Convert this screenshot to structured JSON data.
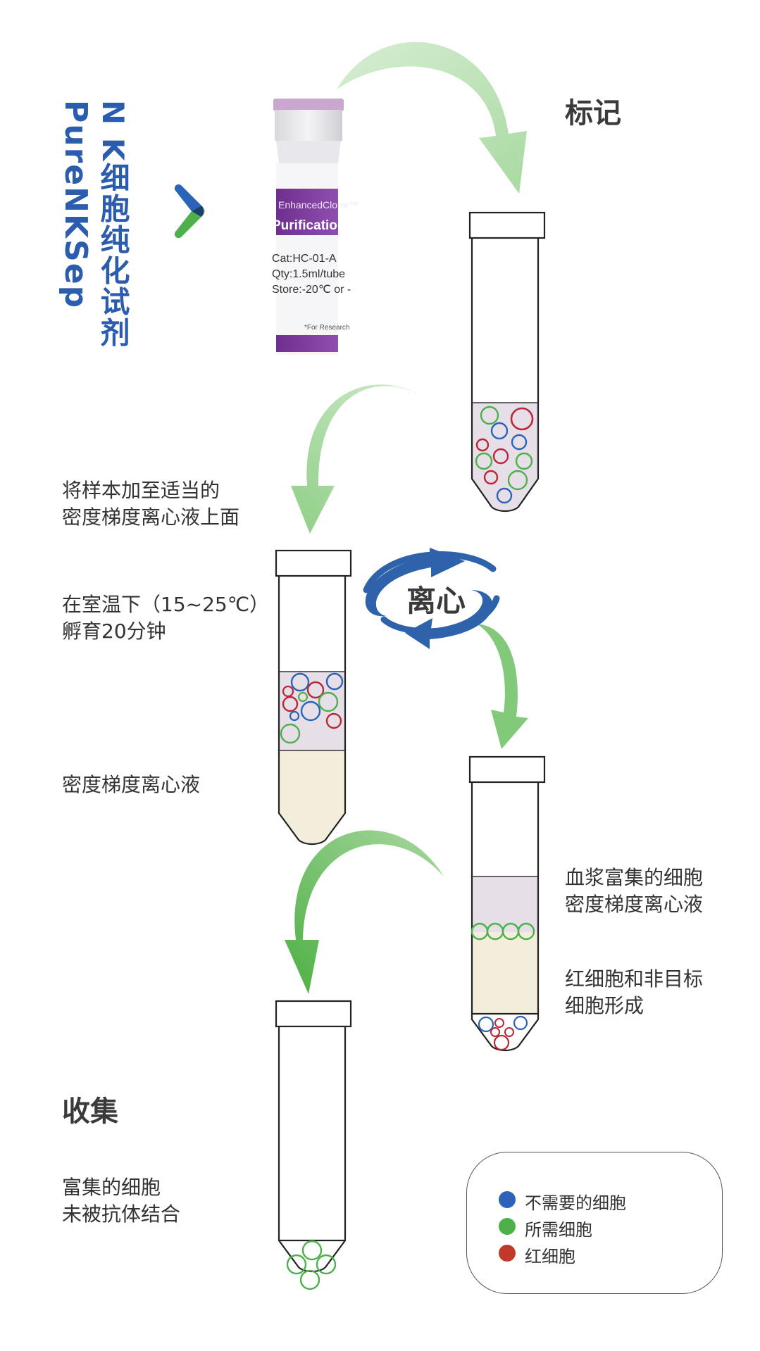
{
  "title": {
    "line1": "N K细胞纯化试剂",
    "line2": "PureNKSep"
  },
  "vial": {
    "brand": "EnhancedClone™",
    "product": "Purification",
    "cat": "Cat:HC-01-A",
    "qty": "Qty:1.5ml/tube",
    "store": "Store:-20℃ or -",
    "note": "*For Research"
  },
  "steps": {
    "label_step": "标记",
    "add_sample": [
      "将样本加至适当的",
      "密度梯度离心液上面"
    ],
    "incubate": [
      "在室温下（15~25℃）",
      "孵育20分钟"
    ],
    "density_medium": "密度梯度离心液",
    "centrifuge": "离心",
    "plasma_cells": [
      "血浆富集的细胞",
      "密度梯度离心液"
    ],
    "rbc_formed": [
      "红细胞和非目标",
      "细胞形成"
    ],
    "collect": "收集",
    "enriched": [
      "富集的细胞",
      "未被抗体结合"
    ]
  },
  "legend": [
    {
      "label": "不需要的细胞",
      "color": "#2b63b8"
    },
    {
      "label": "所需细胞",
      "color": "#4db04b"
    },
    {
      "label": "红细胞",
      "color": "#c0392b"
    }
  ],
  "colors": {
    "unwanted": "#2b63b8",
    "desired": "#4db04b",
    "red_cell": "#b8283a",
    "sample_fill": "#e6dfe8",
    "medium_fill": "#f3eedb",
    "arrow_light": "#b9e0b4",
    "arrow_mid": "#8fcf86",
    "arrow_dark": "#5db852",
    "centrifuge_arrow": "#2e63ac",
    "title_blue": "#2b5cae"
  }
}
